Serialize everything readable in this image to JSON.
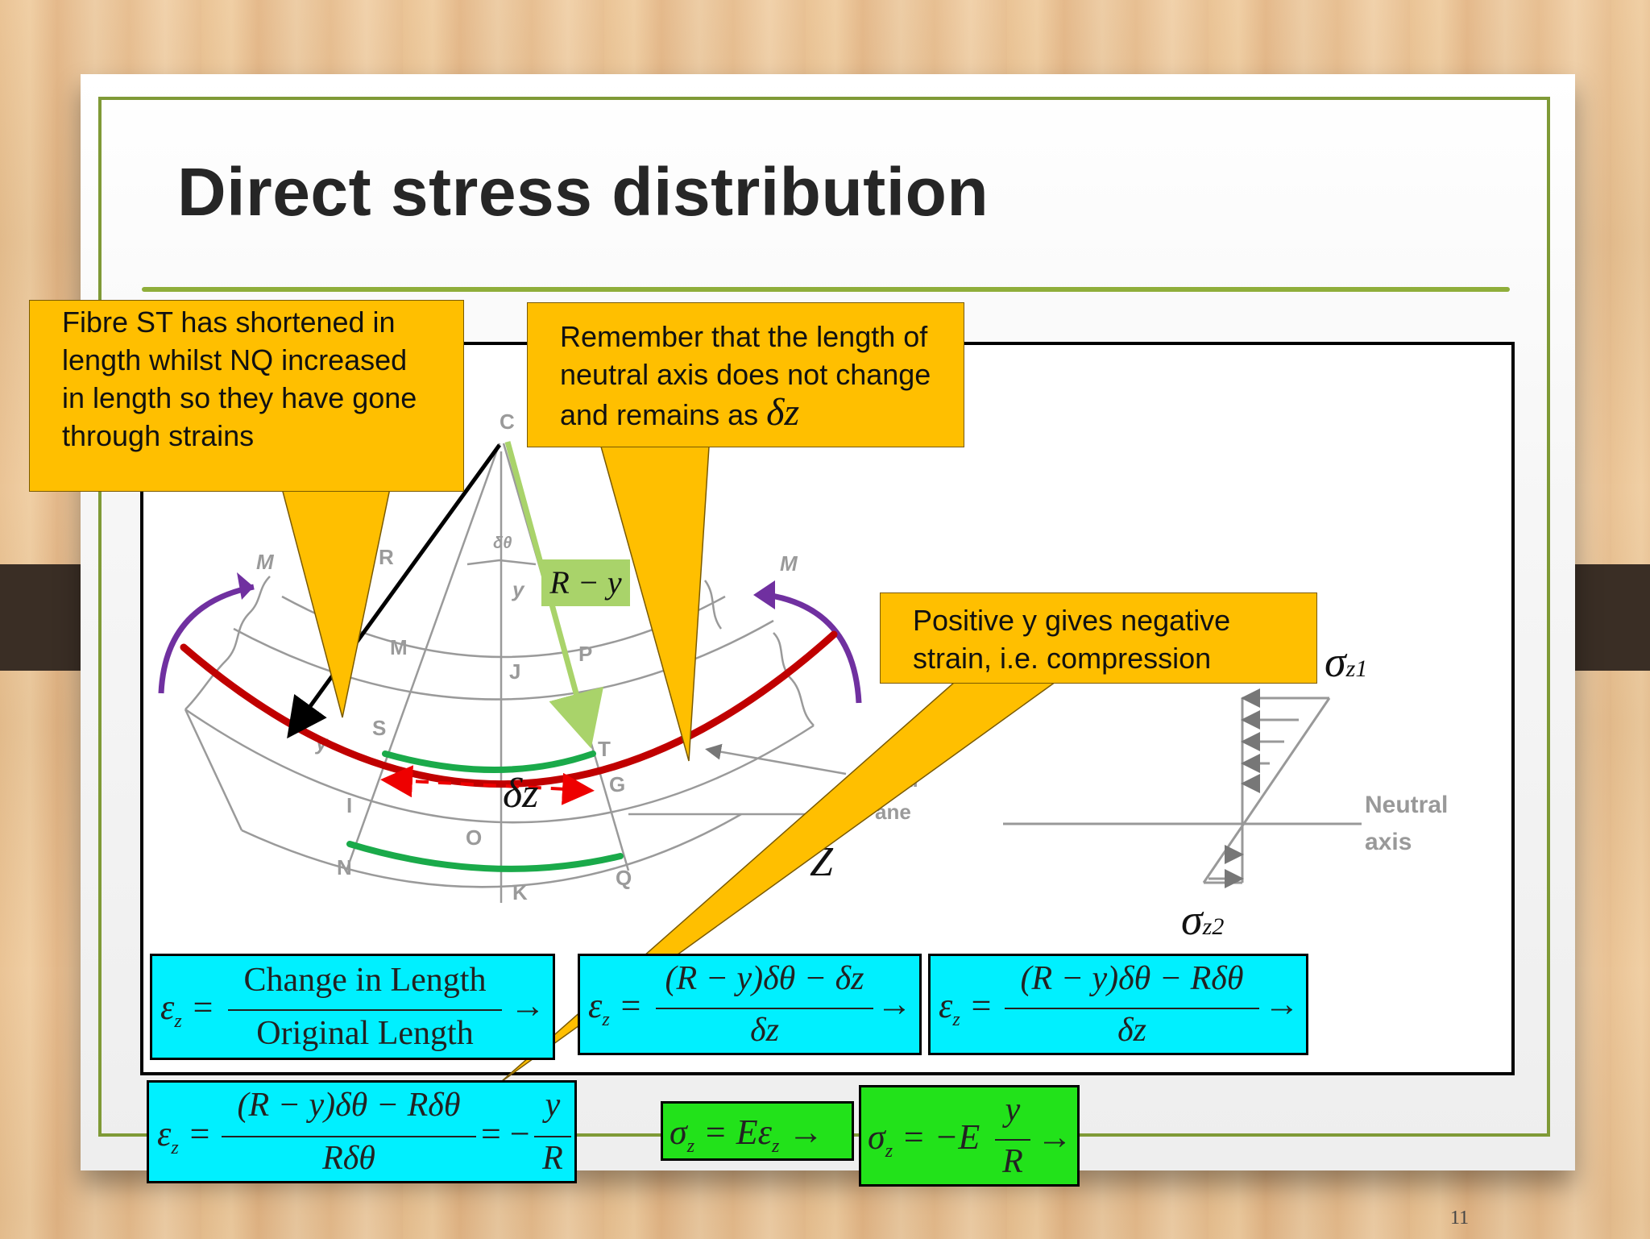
{
  "slide": {
    "title": "Direct stress distribution",
    "page_number": "11"
  },
  "callouts": {
    "fibre": "Fibre ST has shortened in length whilst NQ increased in length so they have gone through strains",
    "neutral_text": "Remember that the length of neutral axis does not change and remains as",
    "neutral_symbol": "δz",
    "positive_y": "Positive y gives negative strain, i.e. compression"
  },
  "diagram": {
    "labels": {
      "C": "C",
      "R": "R",
      "M_left": "M",
      "M_right": "M",
      "M_mid": "M",
      "J": "J",
      "P": "P",
      "S": "S",
      "T": "T",
      "G": "G",
      "I": "I",
      "O": "O",
      "N": "N",
      "K": "K",
      "Q": "Q",
      "y_top": "y",
      "y_left": "y",
      "delta_theta": "δθ",
      "plane_frag1": "al",
      "plane_frag2": "ane"
    },
    "R_minus_y": "R − y",
    "delta_z": "δz",
    "z_label": "Z"
  },
  "stress_diagram": {
    "sigma_top": "σ",
    "sigma_top_sub": "z1",
    "sigma_bottom": "σ",
    "sigma_bottom_sub": "z2",
    "neutral_line1": "Neutral",
    "neutral_line2": "axis"
  },
  "equations": {
    "eq1": {
      "lhs": "ε",
      "sub": "z",
      "num": "Change in Length",
      "den": "Original Length",
      "arrow": "→"
    },
    "eq2": {
      "lhs": "ε",
      "sub": "z",
      "num": "(R − y)δθ − δz",
      "den": "δz",
      "arrow": "→"
    },
    "eq3": {
      "lhs": "ε",
      "sub": "z",
      "num": "(R − y)δθ − Rδθ",
      "den": "δz",
      "arrow": "→"
    },
    "eq4": {
      "lhs": "ε",
      "sub": "z",
      "num": "(R − y)δθ − Rδθ",
      "den": "Rδθ",
      "eq_neg": "= −",
      "num2": "y",
      "den2": "R"
    },
    "eq5": {
      "lhs": "σ",
      "sub": "z",
      "rhs": "= Eε",
      "rhs_sub": "z",
      "arrow": "→"
    },
    "eq6": {
      "lhs": "σ",
      "sub": "z",
      "rhs": "= −E",
      "num": "y",
      "den": "R",
      "arrow": "→"
    }
  },
  "colors": {
    "callout": "#ffbf00",
    "equation_box": "#00f0ff",
    "result_box": "#22e21a",
    "beam_curve": "#c00000",
    "fibre_curves": "#1aaa4a",
    "moment_arrows": "#7030a0",
    "frame": "#7f9a36",
    "r_minus_y_line": "#a9d36a"
  }
}
